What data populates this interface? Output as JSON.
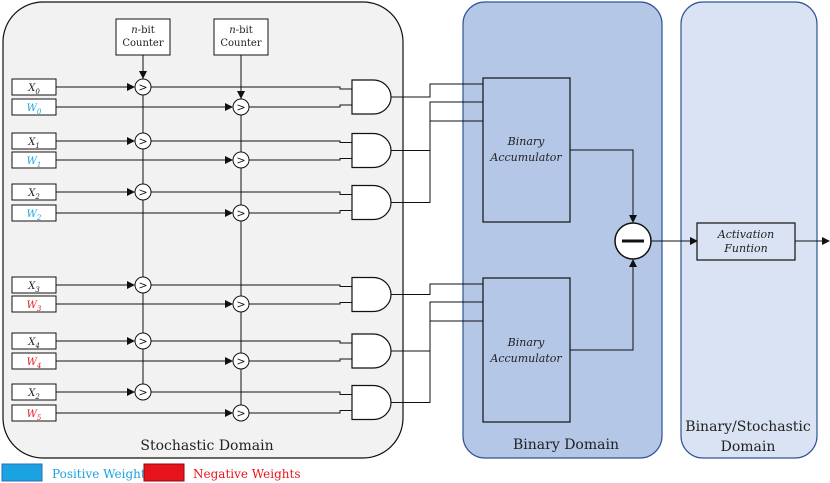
{
  "domains": {
    "stochastic": "Stochastic Domain",
    "binary": "Binary Domain",
    "binary_stochastic_line1": "Binary/Stochastic",
    "binary_stochastic_line2": "Domain"
  },
  "counters": [
    {
      "line1": "n-bit",
      "line2": "Counter"
    },
    {
      "line1": "n-bit",
      "line2": "Counter"
    }
  ],
  "inputs": [
    {
      "x": "X",
      "x_sub": "0",
      "w": "W",
      "w_sub": "0",
      "sign": "positive"
    },
    {
      "x": "X",
      "x_sub": "1",
      "w": "W",
      "w_sub": "1",
      "sign": "positive"
    },
    {
      "x": "X",
      "x_sub": "2",
      "w": "W",
      "w_sub": "2",
      "sign": "positive"
    },
    {
      "x": "X",
      "x_sub": "3",
      "w": "W",
      "w_sub": "3",
      "sign": "negative"
    },
    {
      "x": "X",
      "x_sub": "4",
      "w": "W",
      "w_sub": "4",
      "sign": "negative"
    },
    {
      "x": "X",
      "x_sub": "2",
      "w": "W",
      "w_sub": "5",
      "sign": "negative"
    }
  ],
  "comparator_symbol": ">",
  "accumulators": [
    {
      "line1": "Binary",
      "line2": "Accumulator"
    },
    {
      "line1": "Binary",
      "line2": "Accumulator"
    }
  ],
  "activation": {
    "line1": "Activation",
    "line2": "Funtion"
  },
  "legend": {
    "positive": "Positive Weights",
    "negative": "Negative Weights"
  },
  "colors": {
    "positive": "#1aa3e0",
    "negative": "#e8141c",
    "stochastic_bg": "#f2f2f2",
    "binary_bg": "#b4c7e7",
    "binary_border": "#2f5496",
    "bs_bg": "#dae3f3"
  }
}
